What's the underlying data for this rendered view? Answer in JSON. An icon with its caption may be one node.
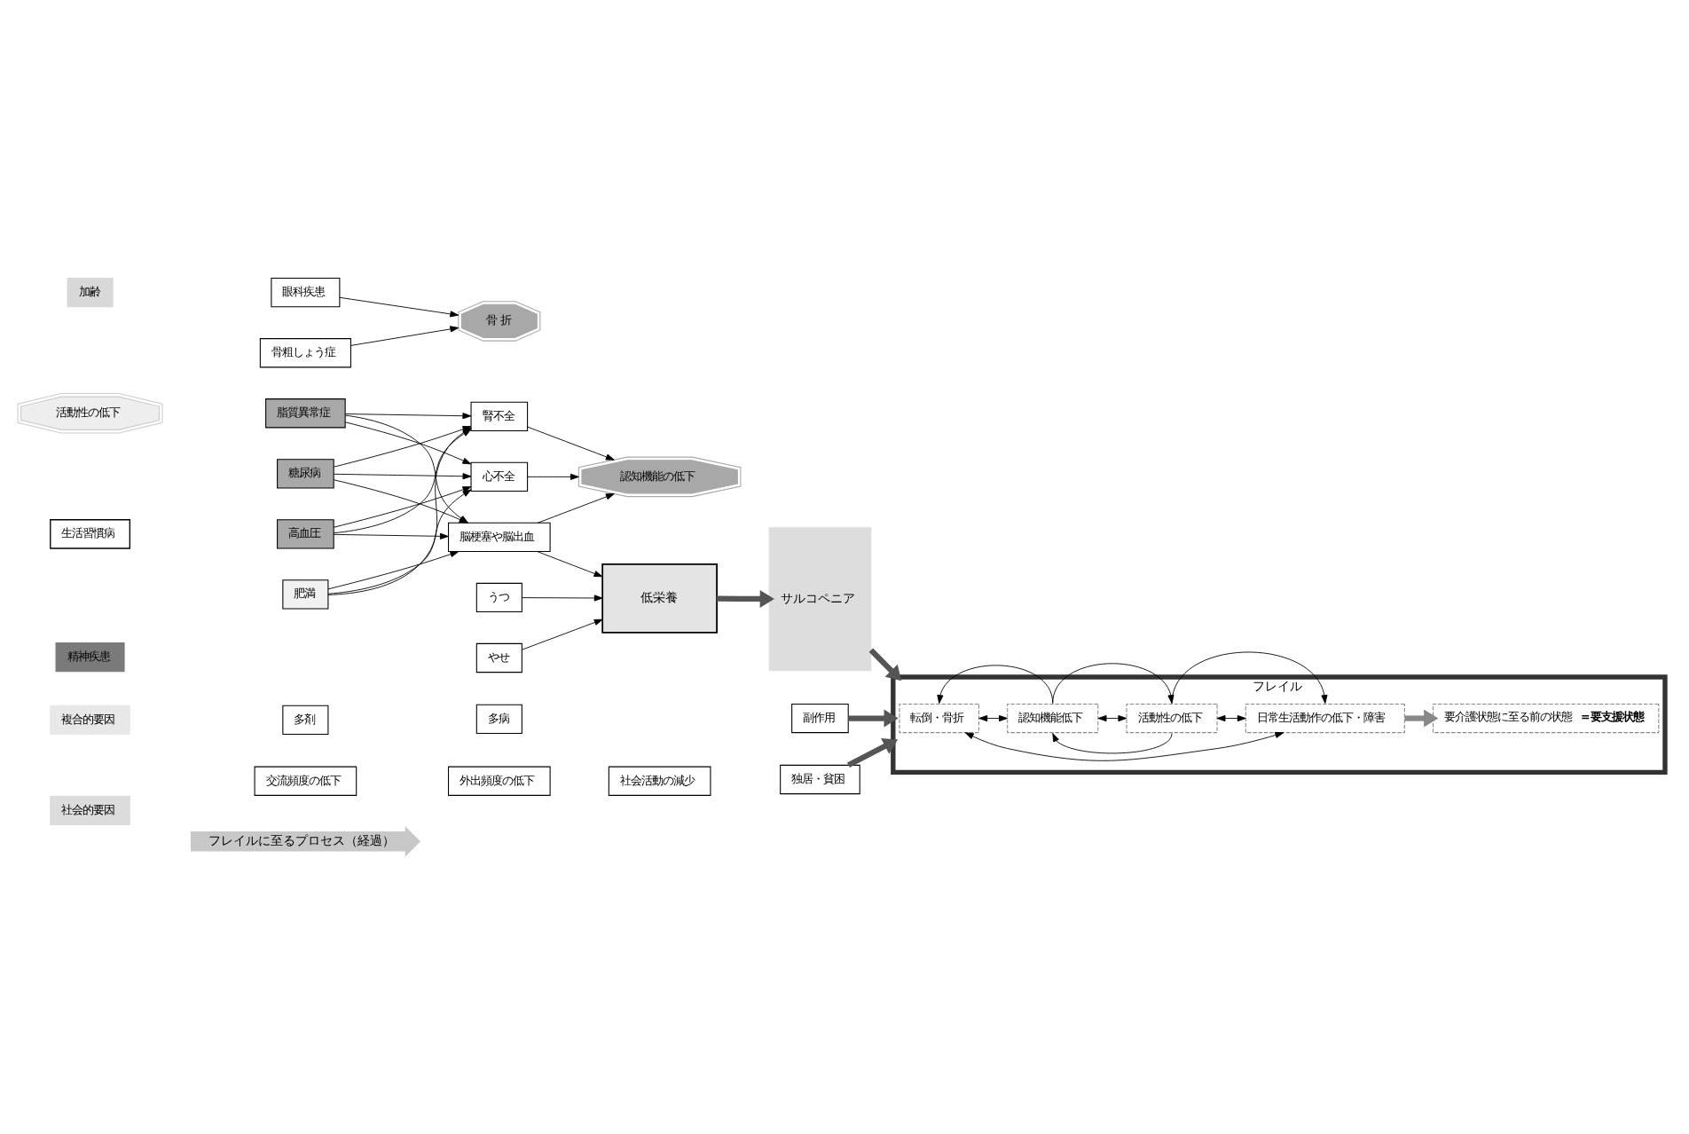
{
  "diagram": {
    "nodes": [
      {
        "text": [
          "生活習慣病"
        ]
      },
      {
        "text": [
          "高血圧"
        ]
      },
      {
        "text": [
          "肥満"
        ]
      },
      {
        "text": [
          "脂質異常症"
        ]
      },
      {
        "text": [
          "糖尿病"
        ]
      },
      {
        "text": [
          "心不全"
        ]
      },
      {
        "text": [
          "脳梗塞や脳出血"
        ]
      },
      {
        "text": [
          "腎不全"
        ]
      },
      {
        "text": [
          "活動性の低下"
        ]
      },
      {
        "text": [
          "認知機能の低下"
        ]
      },
      {
        "text": [
          "加齢"
        ]
      },
      {
        "text": [
          "眼科疾患"
        ]
      },
      {
        "text": [
          "骨粗しょう症"
        ]
      },
      {
        "text": [
          "骨 折"
        ]
      },
      {
        "text": [
          "精神疾患"
        ]
      },
      {
        "text": [
          "やせ"
        ]
      },
      {
        "text": [
          "うつ"
        ]
      },
      {
        "text": [
          "低栄養"
        ]
      },
      {
        "text": [
          "サルコペニア"
        ]
      },
      {
        "text": [
          "複合的要因"
        ]
      },
      {
        "text": [
          "多剤"
        ]
      },
      {
        "text": [
          "多病"
        ]
      },
      {
        "text": [
          "副作用"
        ]
      },
      {
        "text": [
          "社会的要因"
        ]
      },
      {
        "text": [
          "交流頻度の低下"
        ]
      },
      {
        "text": [
          "外出頻度の低下"
        ]
      },
      {
        "text": [
          "社会活動の減少"
        ]
      },
      {
        "text": [
          "独居・貧困"
        ]
      },
      {
        "text": [
          "フレイル"
        ]
      },
      {
        "text": [
          "転倒・骨折"
        ],
        "in": 28
      },
      {
        "text": [
          "認知機能低下"
        ],
        "in": 28
      },
      {
        "text": [
          "活動性の低下"
        ],
        "in": 28
      },
      {
        "text": [
          "日常生活動作の低下・障害"
        ],
        "in": 28
      },
      {
        "text": [
          "要介護状態に至る前の状態**=要支援状態**"
        ],
        "in": 28
      },
      {
        "text": [
          "フレイルに至るプロセス（経過）"
        ]
      }
    ],
    "edges": [
      {
        "from": 1,
        "to": 5,
        "arrow": "to"
      },
      {
        "from": 1,
        "to": 6,
        "arrow": "to"
      },
      {
        "from": 1,
        "to": 7,
        "arrow": "to"
      },
      {
        "from": 2,
        "to": 5,
        "arrow": "to"
      },
      {
        "from": 2,
        "to": 6,
        "arrow": "to"
      },
      {
        "from": 2,
        "to": 7,
        "arrow": "to"
      },
      {
        "from": 3,
        "to": 5,
        "arrow": "to"
      },
      {
        "from": 3,
        "to": 6,
        "arrow": "to"
      },
      {
        "from": 3,
        "to": 7,
        "arrow": "to"
      },
      {
        "from": 4,
        "to": 5,
        "arrow": "to"
      },
      {
        "from": 4,
        "to": 6,
        "arrow": "to"
      },
      {
        "from": 4,
        "to": 7,
        "arrow": "to"
      },
      {
        "from": 5,
        "to": 9,
        "arrow": "to"
      },
      {
        "from": 6,
        "to": 9,
        "arrow": "to"
      },
      {
        "from": 7,
        "to": 9,
        "arrow": "to"
      },
      {
        "from": 11,
        "to": 13,
        "arrow": "to"
      },
      {
        "from": 12,
        "to": 13,
        "arrow": "to"
      },
      {
        "from": 6,
        "to": 17,
        "arrow": "to"
      },
      {
        "from": 15,
        "to": 17,
        "arrow": "to"
      },
      {
        "from": 16,
        "to": 17,
        "arrow": "to"
      },
      {
        "from": 17,
        "to": 18,
        "arrow": "to",
        "style": "thick",
        "color": "#555555"
      },
      {
        "from": 18,
        "to": 28,
        "arrow": "to",
        "style": "thick",
        "color": "#555555"
      },
      {
        "from": 22,
        "to": 28,
        "arrow": "to",
        "style": "thick",
        "color": "#555555"
      },
      {
        "from": 27,
        "to": 28,
        "arrow": "to",
        "style": "thick",
        "color": "#555555"
      },
      {
        "from": 29,
        "to": 30,
        "arrow": "both"
      },
      {
        "from": 30,
        "to": 29,
        "arrow": "to"
      },
      {
        "from": 29,
        "to": 32,
        "arrow": "both"
      },
      {
        "from": 30,
        "to": 31,
        "arrow": "both"
      },
      {
        "from": 30,
        "to": 31,
        "arrow": "to"
      },
      {
        "from": 31,
        "to": 30,
        "arrow": "to"
      },
      {
        "from": 31,
        "to": 32,
        "arrow": "both"
      },
      {
        "from": 31,
        "to": 32,
        "arrow": "to"
      },
      {
        "from": 32,
        "to": 33,
        "arrow": "to",
        "style": "thick",
        "color": "#888888"
      }
    ]
  }
}
